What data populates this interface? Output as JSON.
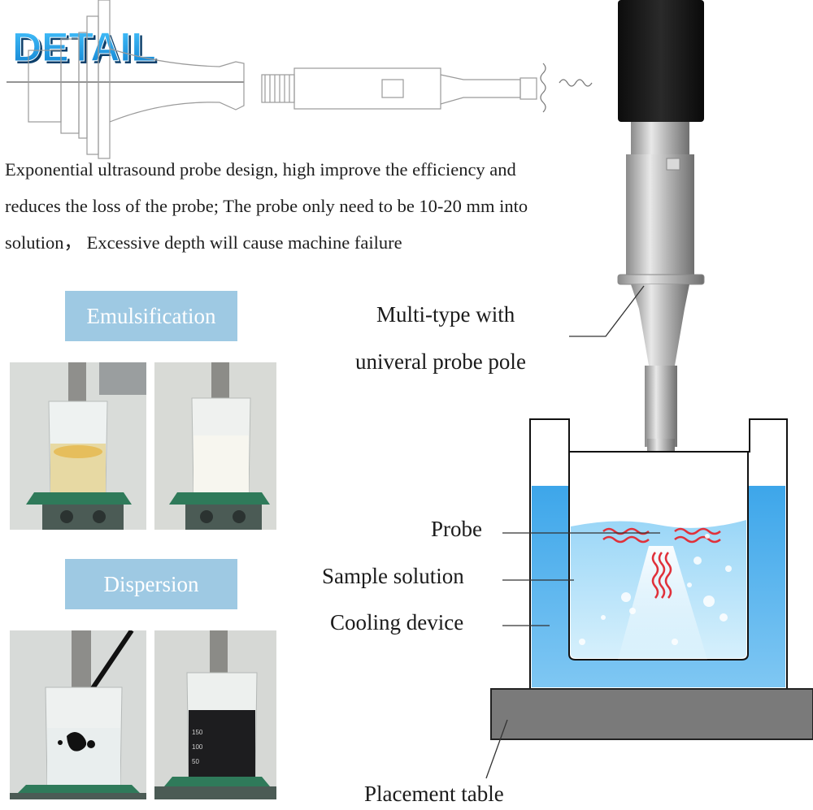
{
  "header": {
    "title": "DETAIL"
  },
  "description": {
    "line1": "Exponential ultrasound probe design, high improve the efficiency and",
    "line2": "reduces the loss of the probe; The probe only need to be 10-20 mm into",
    "line3": "solution， Excessive depth will cause machine failure"
  },
  "sections": {
    "emulsification_label": "Emulsification",
    "dispersion_label": "Dispersion"
  },
  "beaker_marks": [
    "150",
    "100",
    "50"
  ],
  "callouts": {
    "multi_type_line1": "Multi-type with",
    "multi_type_line2": "univeral probe pole",
    "probe": "Probe",
    "sample_solution": "Sample solution",
    "cooling_device": "Cooling device",
    "placement_table": "Placement table"
  },
  "colors": {
    "title_blue": "#1aa3e8",
    "label_bg": "#9ec9e3",
    "water_blue": "#5fb8ee",
    "steel": "#b8b8b8",
    "cap": "#1a1a1a",
    "table_gray": "#7a7a7a"
  }
}
